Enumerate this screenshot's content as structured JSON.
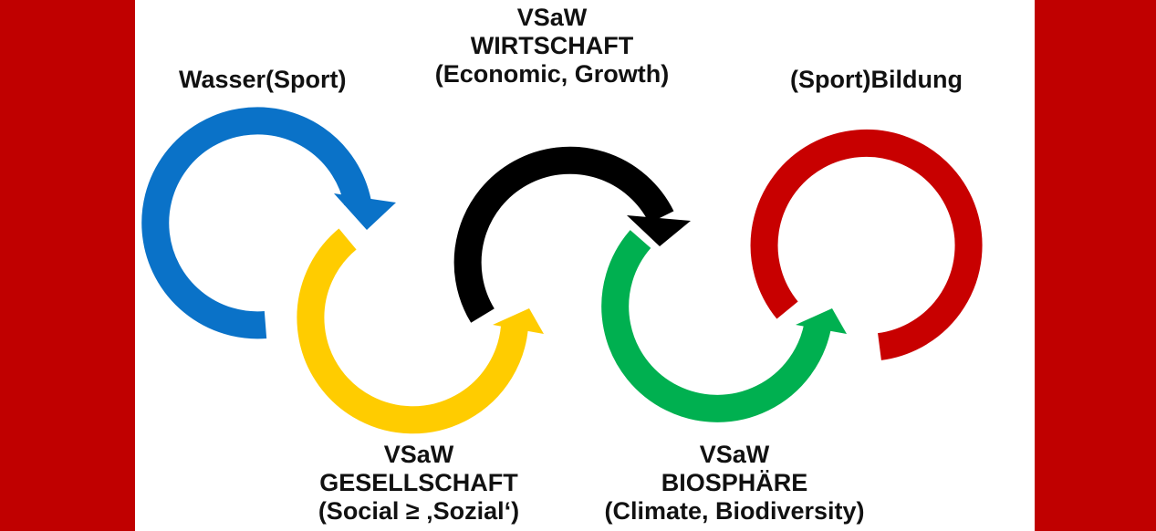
{
  "colors": {
    "side_band": "#c00000",
    "background": "#ffffff",
    "blue": "#0a72c8",
    "yellow": "#ffcc00",
    "black": "#000000",
    "green": "#00b050",
    "red": "#c80000",
    "text": "#111111"
  },
  "labels": {
    "blue": {
      "line1": "Wasser(Sport)"
    },
    "black": {
      "line1": "VSaW",
      "line2": "WIRTSCHAFT",
      "line3": "(Economic, Growth)"
    },
    "red": {
      "line1": "(Sport)Bildung"
    },
    "yellow": {
      "line1": "VSaW",
      "line2": "GESELLSCHAFT",
      "line3": "(Social ≥ ‚Sozial‘)"
    },
    "green": {
      "line1": "VSaW",
      "line2": "BIOSPHÄRE",
      "line3": "(Climate, Biodiversity)"
    }
  }
}
